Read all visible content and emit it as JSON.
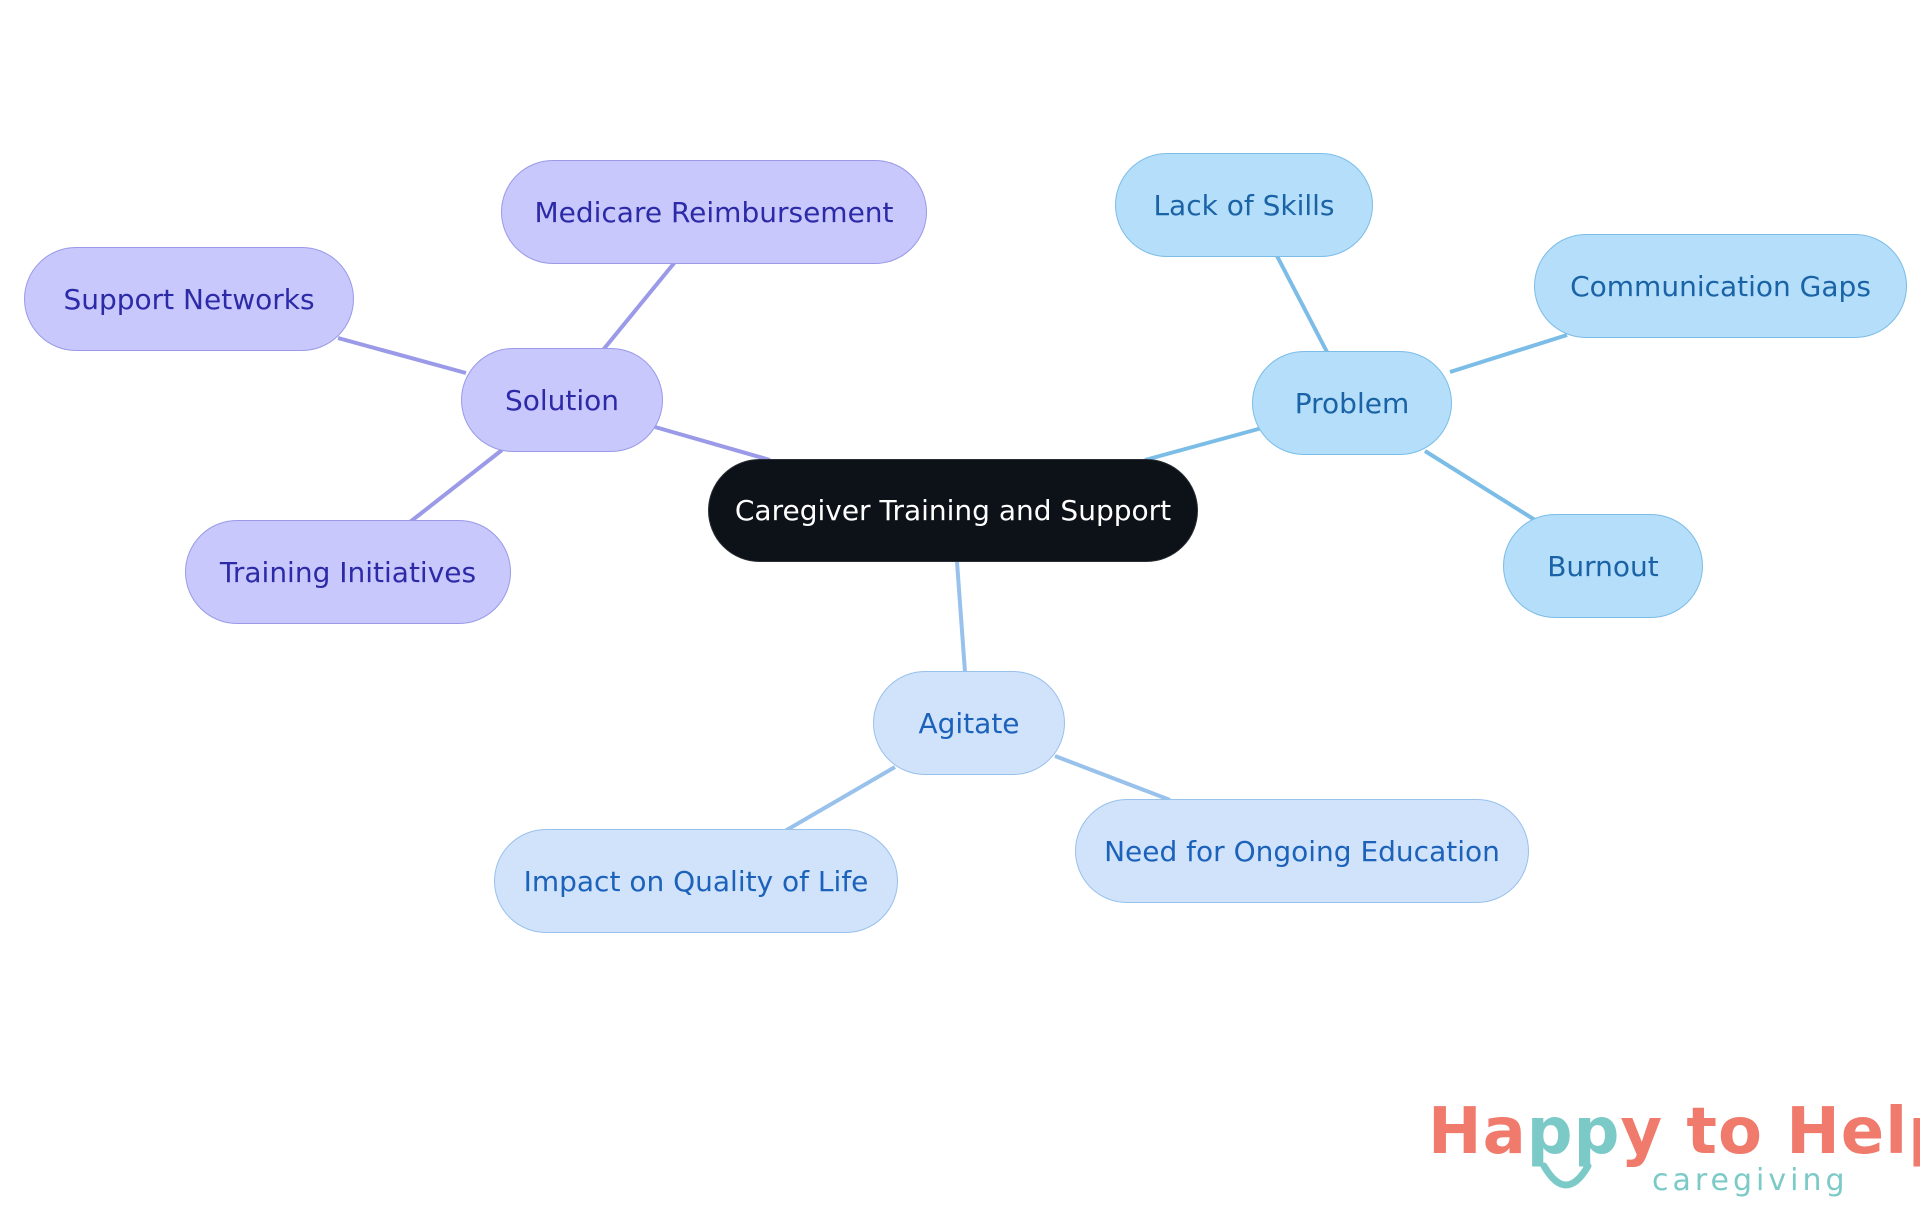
{
  "diagram": {
    "type": "mind-map",
    "center": {
      "label": "Caregiver Training and Support"
    },
    "branches": {
      "solution": {
        "label": "Solution",
        "color": "#9a9ae8",
        "children": [
          "Medicare Reimbursement",
          "Support Networks",
          "Training Initiatives"
        ]
      },
      "problem": {
        "label": "Problem",
        "color": "#7cbde8",
        "children": [
          "Lack of Skills",
          "Communication Gaps",
          "Burnout"
        ]
      },
      "agitate": {
        "label": "Agitate",
        "color": "#98c1ec",
        "children": [
          "Impact on Quality of Life",
          "Need for Ongoing Education"
        ]
      }
    }
  },
  "logo": {
    "title_part1": "Ha",
    "title_part2": "pp",
    "title_part3": "y to Help",
    "subtitle": "caregiving",
    "colors": {
      "coral": "#f07a6c",
      "teal": "#7ccac8"
    }
  }
}
